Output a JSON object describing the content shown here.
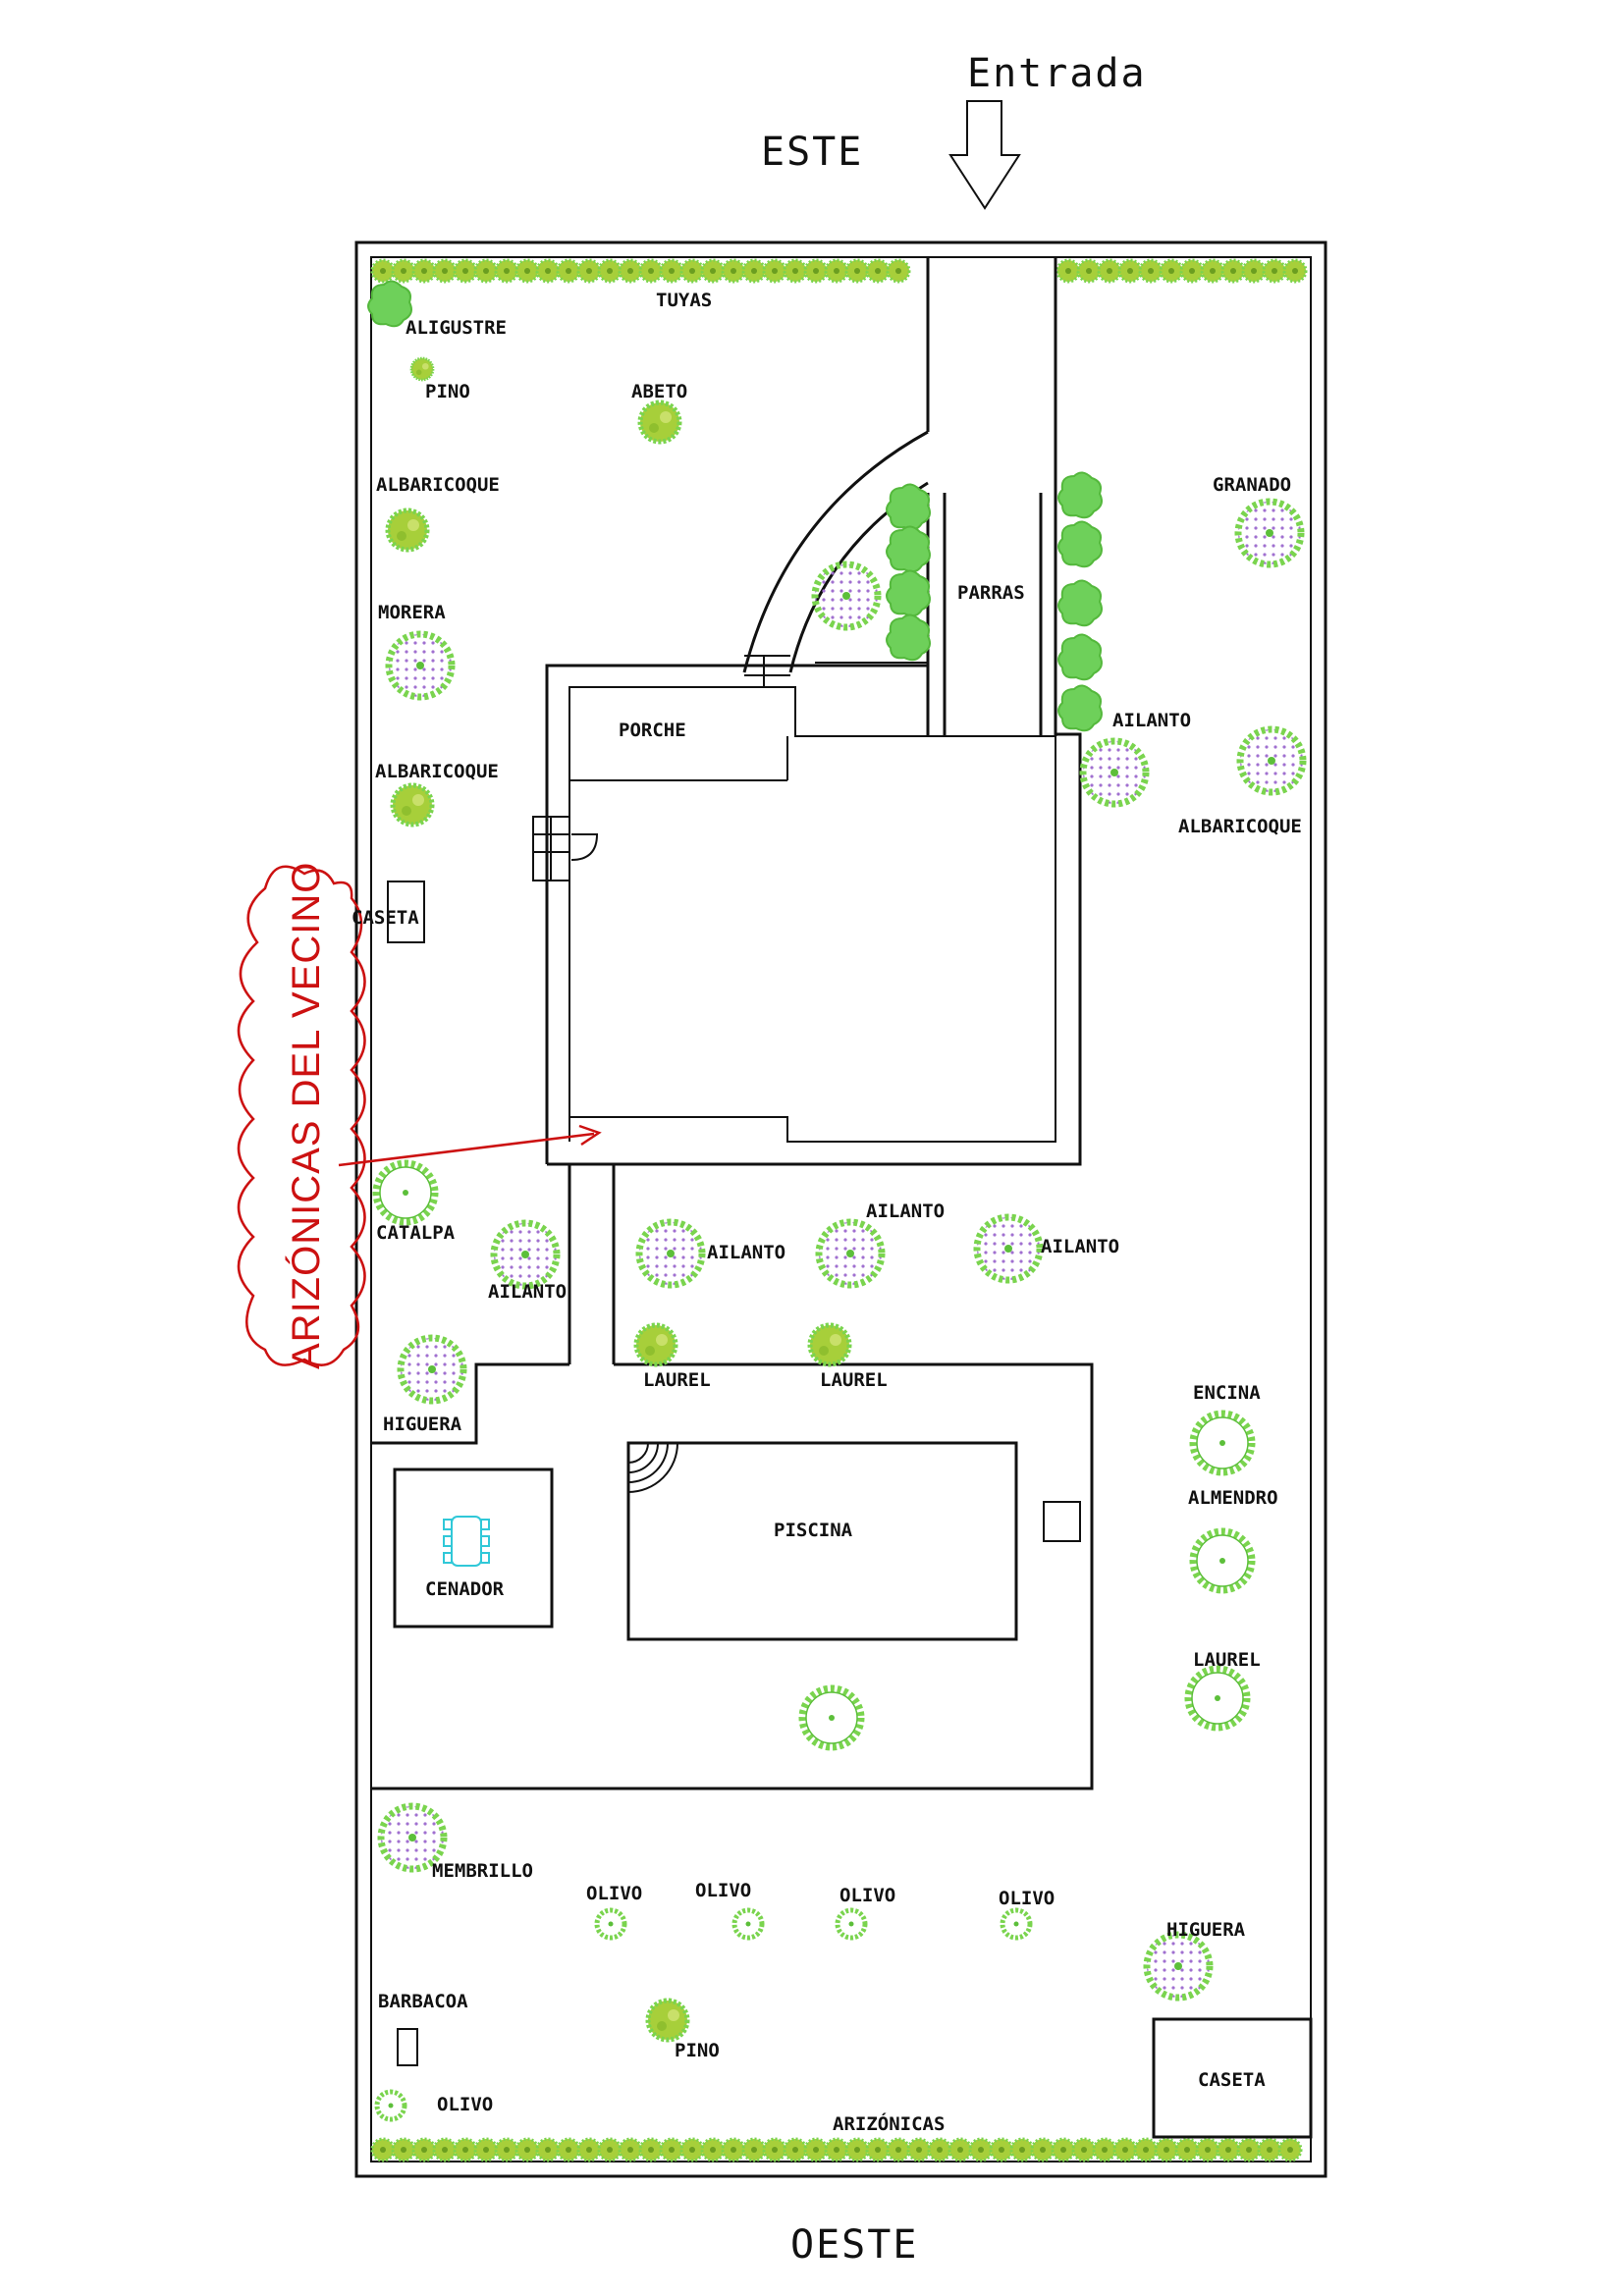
{
  "header": {
    "entrance": "Entrada",
    "north_label": "ESTE"
  },
  "footer": {
    "south_label": "OESTE"
  },
  "annotation": {
    "neighbor_text": "ARIZÓNICAS DEL VECINO",
    "color": "#cc1111"
  },
  "hedges": {
    "top_label": "TUYAS",
    "bottom_label": "ARIZÓNICAS",
    "color": "#a7cf3a"
  },
  "structures": {
    "porch": "PORCHE",
    "vines": "PARRAS",
    "shed_left": "CASETA",
    "pool": "PISCINA",
    "gazebo": "CENADOR",
    "shed_right": "CASETA",
    "bbq": "BARBACOA"
  },
  "plants": [
    {
      "name": "ALIGUSTRE",
      "style": "bush"
    },
    {
      "name": "PINO",
      "style": "small"
    },
    {
      "name": "ABETO",
      "style": "bush"
    },
    {
      "name": "ALBARICOQUE",
      "style": "bush"
    },
    {
      "name": "MORERA",
      "style": "dotted"
    },
    {
      "name": "ALBARICOQUE",
      "style": "bush"
    },
    {
      "name": "GRANADO",
      "style": "dotted"
    },
    {
      "name": "AILANTO",
      "style": "dotted"
    },
    {
      "name": "ALBARICOQUE",
      "style": "dotted"
    },
    {
      "name": "CATALPA",
      "style": "ring"
    },
    {
      "name": "AILANTO",
      "style": "dotted"
    },
    {
      "name": "AILANTO",
      "style": "dotted"
    },
    {
      "name": "AILANTO",
      "style": "dotted"
    },
    {
      "name": "AILANTO",
      "style": "dotted"
    },
    {
      "name": "LAUREL",
      "style": "bush"
    },
    {
      "name": "LAUREL",
      "style": "bush"
    },
    {
      "name": "HIGUERA",
      "style": "dotted"
    },
    {
      "name": "ENCINA",
      "style": "ring"
    },
    {
      "name": "ALMENDRO",
      "style": "ring"
    },
    {
      "name": "LAUREL",
      "style": "ring"
    },
    {
      "name": "MEMBRILLO",
      "style": "dotted"
    },
    {
      "name": "OLIVO",
      "style": "small-ring"
    },
    {
      "name": "OLIVO",
      "style": "small-ring"
    },
    {
      "name": "OLIVO",
      "style": "small-ring"
    },
    {
      "name": "OLIVO",
      "style": "small-ring"
    },
    {
      "name": "HIGUERA",
      "style": "dotted"
    },
    {
      "name": "PINO",
      "style": "bush"
    },
    {
      "name": "OLIVO",
      "style": "small-ring"
    }
  ],
  "colors": {
    "tree": "#6fcf4a",
    "tree_fill": "#a7cf3a",
    "dots": "#a070d0",
    "gazebo_table": "#30c8d8"
  }
}
